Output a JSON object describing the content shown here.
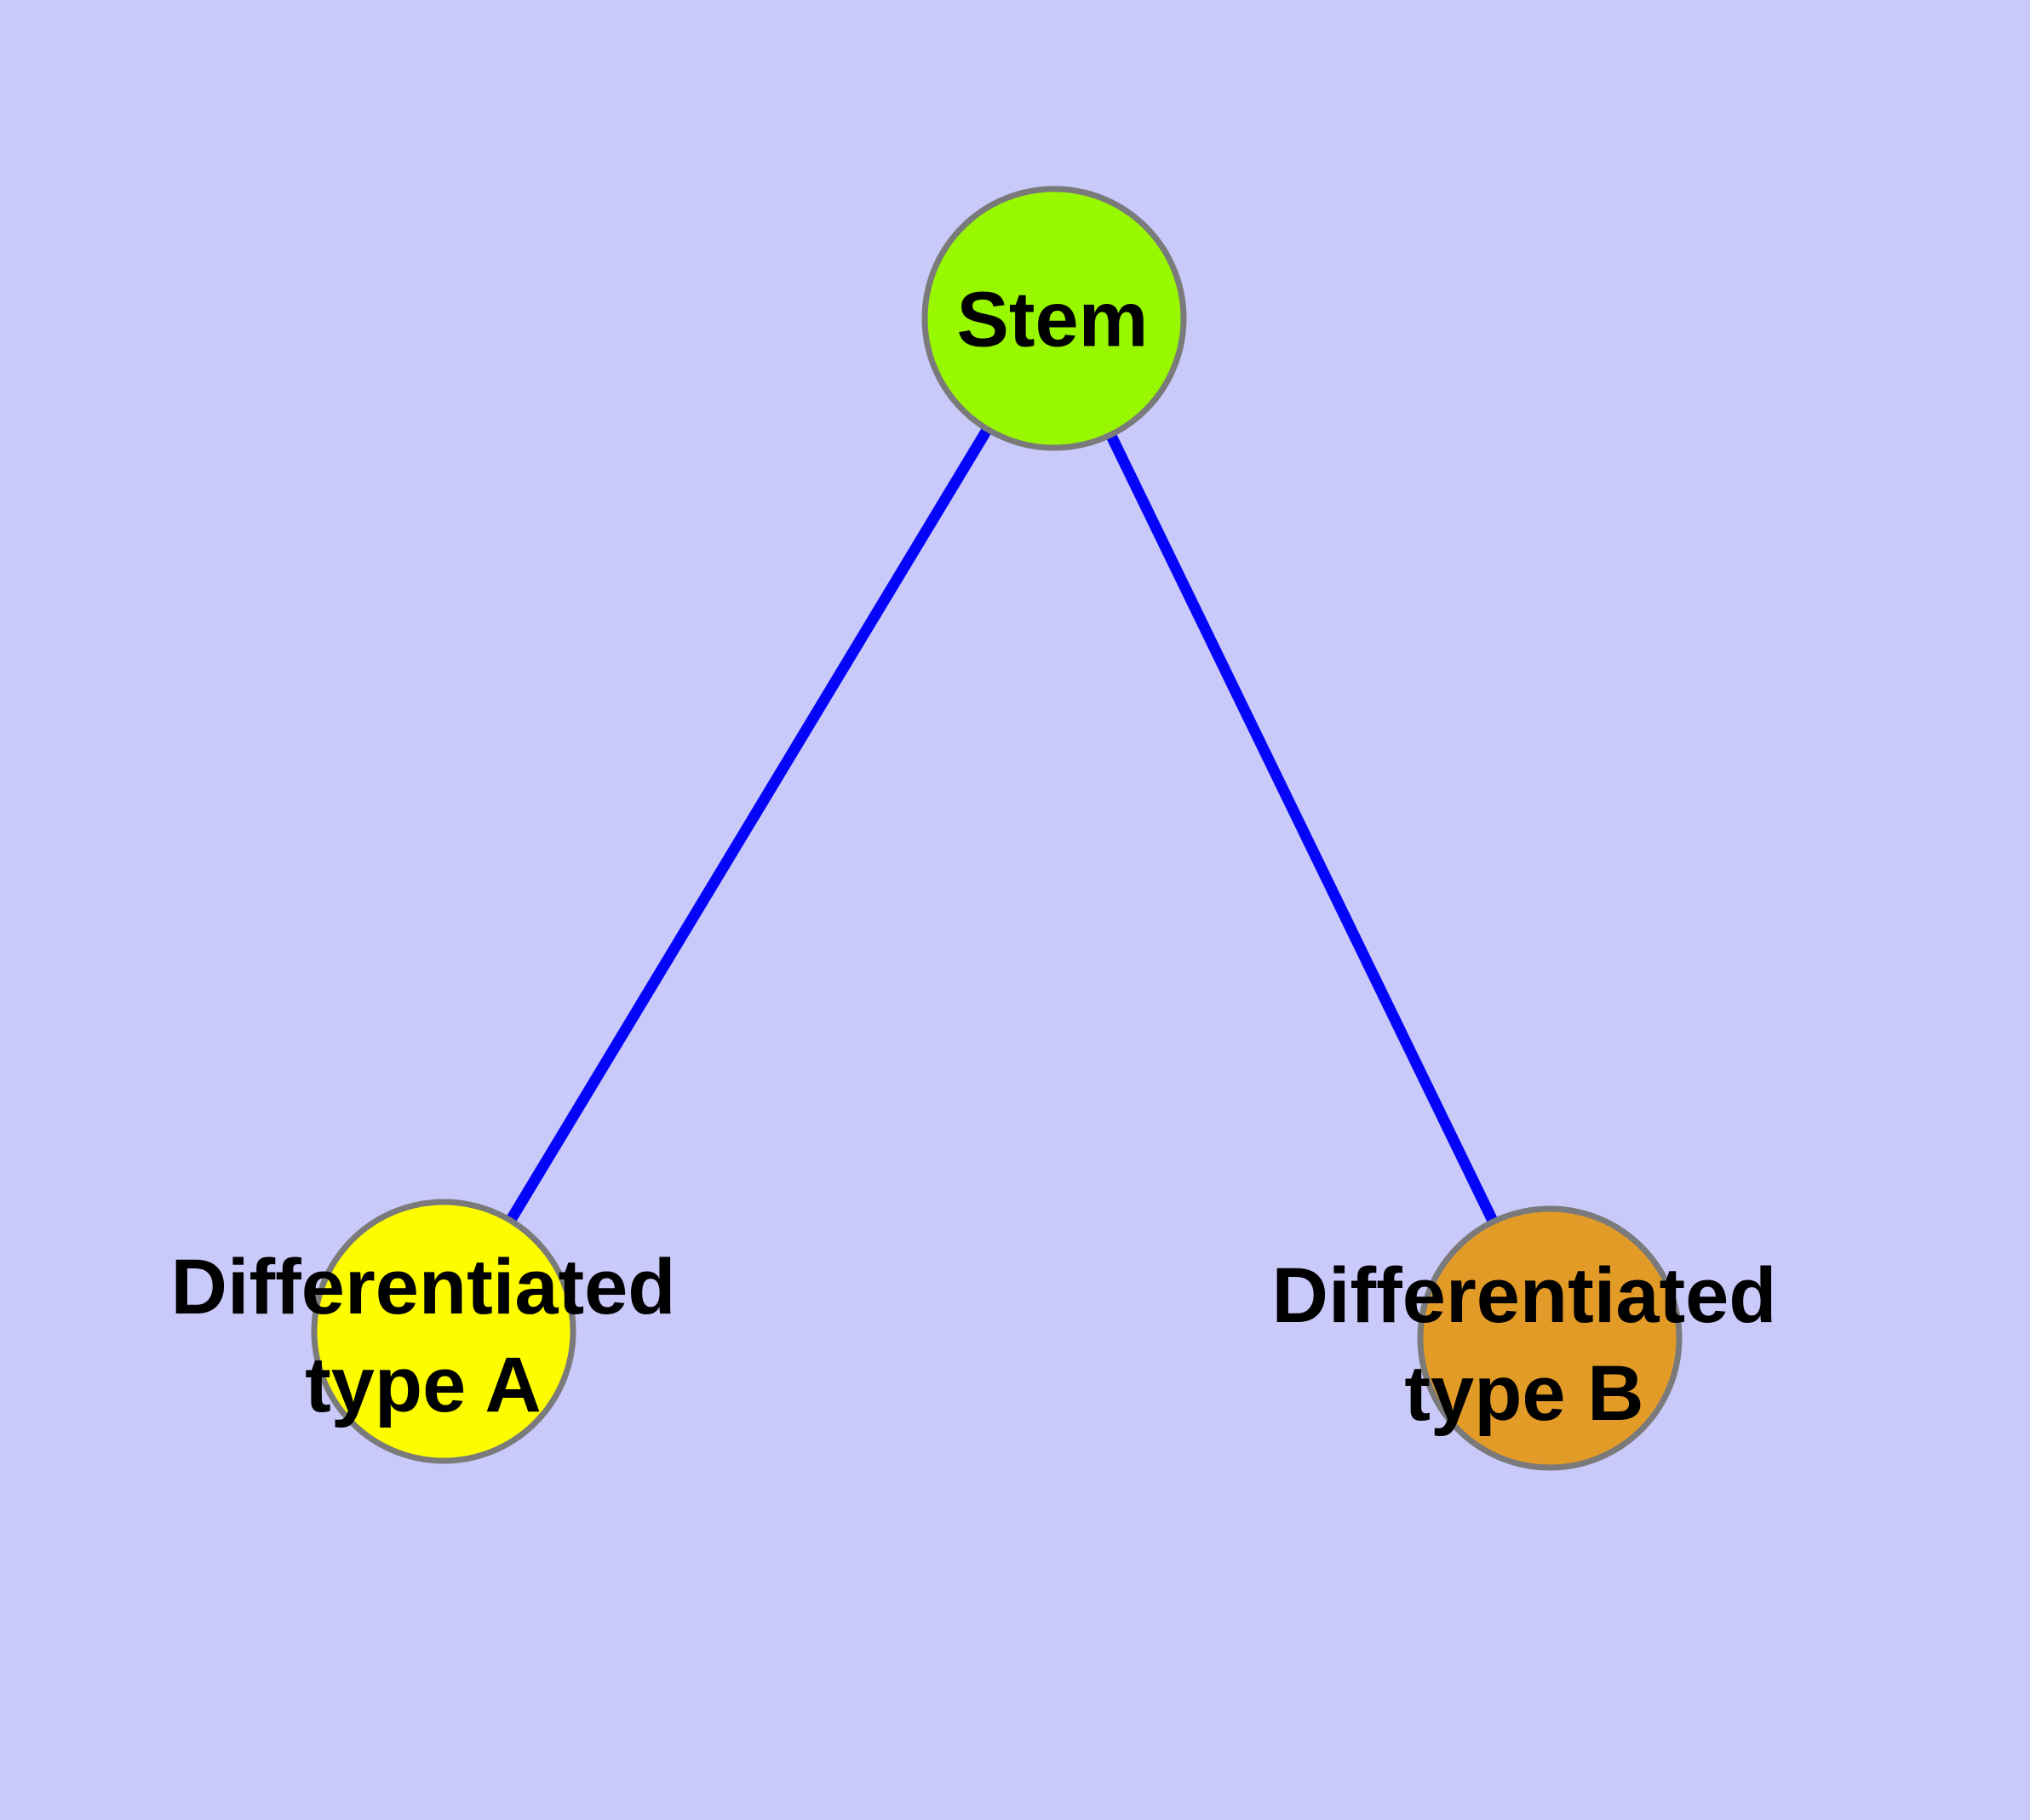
{
  "diagram": {
    "type": "graph",
    "background_color": "#c9c9fa",
    "edge_color": "#0404f8",
    "node_border_color": "#7a7a7a",
    "label_color": "#000000",
    "nodes": [
      {
        "id": "stem",
        "label": "Stem",
        "color": "#97f800"
      },
      {
        "id": "differentiated-type-a",
        "label": "Differentiated\ntype A",
        "color": "#fdfd00"
      },
      {
        "id": "differentiated-type-b",
        "label": "Differentiated\ntype B",
        "color": "#e39b27"
      }
    ],
    "edges": [
      {
        "from": "Stem",
        "to": "Differentiated type A"
      },
      {
        "from": "Stem",
        "to": "Differentiated type B"
      }
    ]
  }
}
